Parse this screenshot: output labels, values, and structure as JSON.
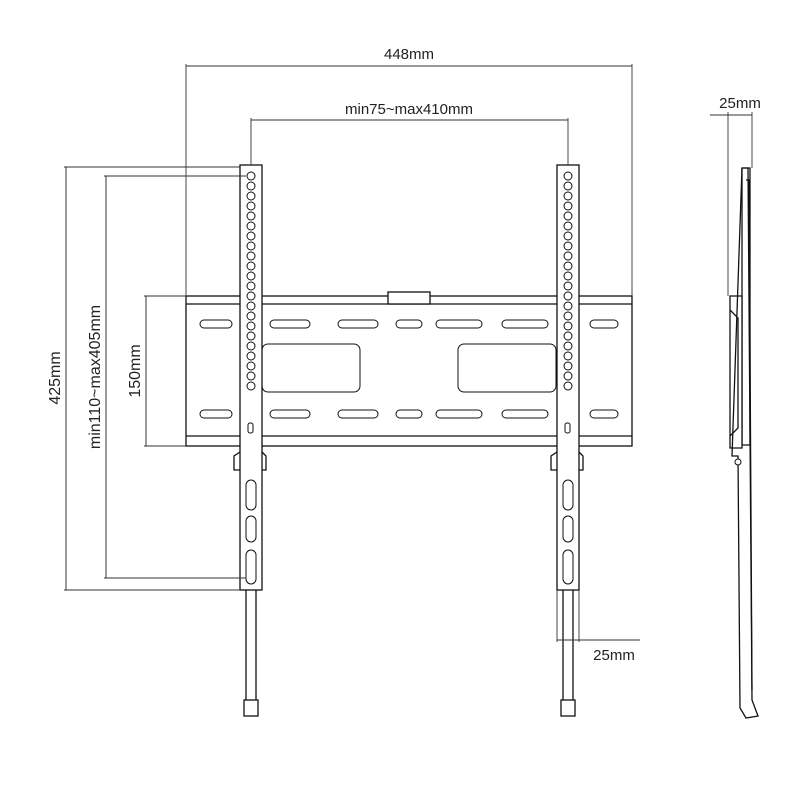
{
  "dimensions": {
    "overall_width": "448mm",
    "vesa_horizontal": "min75~max410mm",
    "overall_height": "425mm",
    "vesa_vertical": "min110~max405mm",
    "plate_height": "150mm",
    "profile_depth": "25mm",
    "arm_offset": "25mm"
  }
}
